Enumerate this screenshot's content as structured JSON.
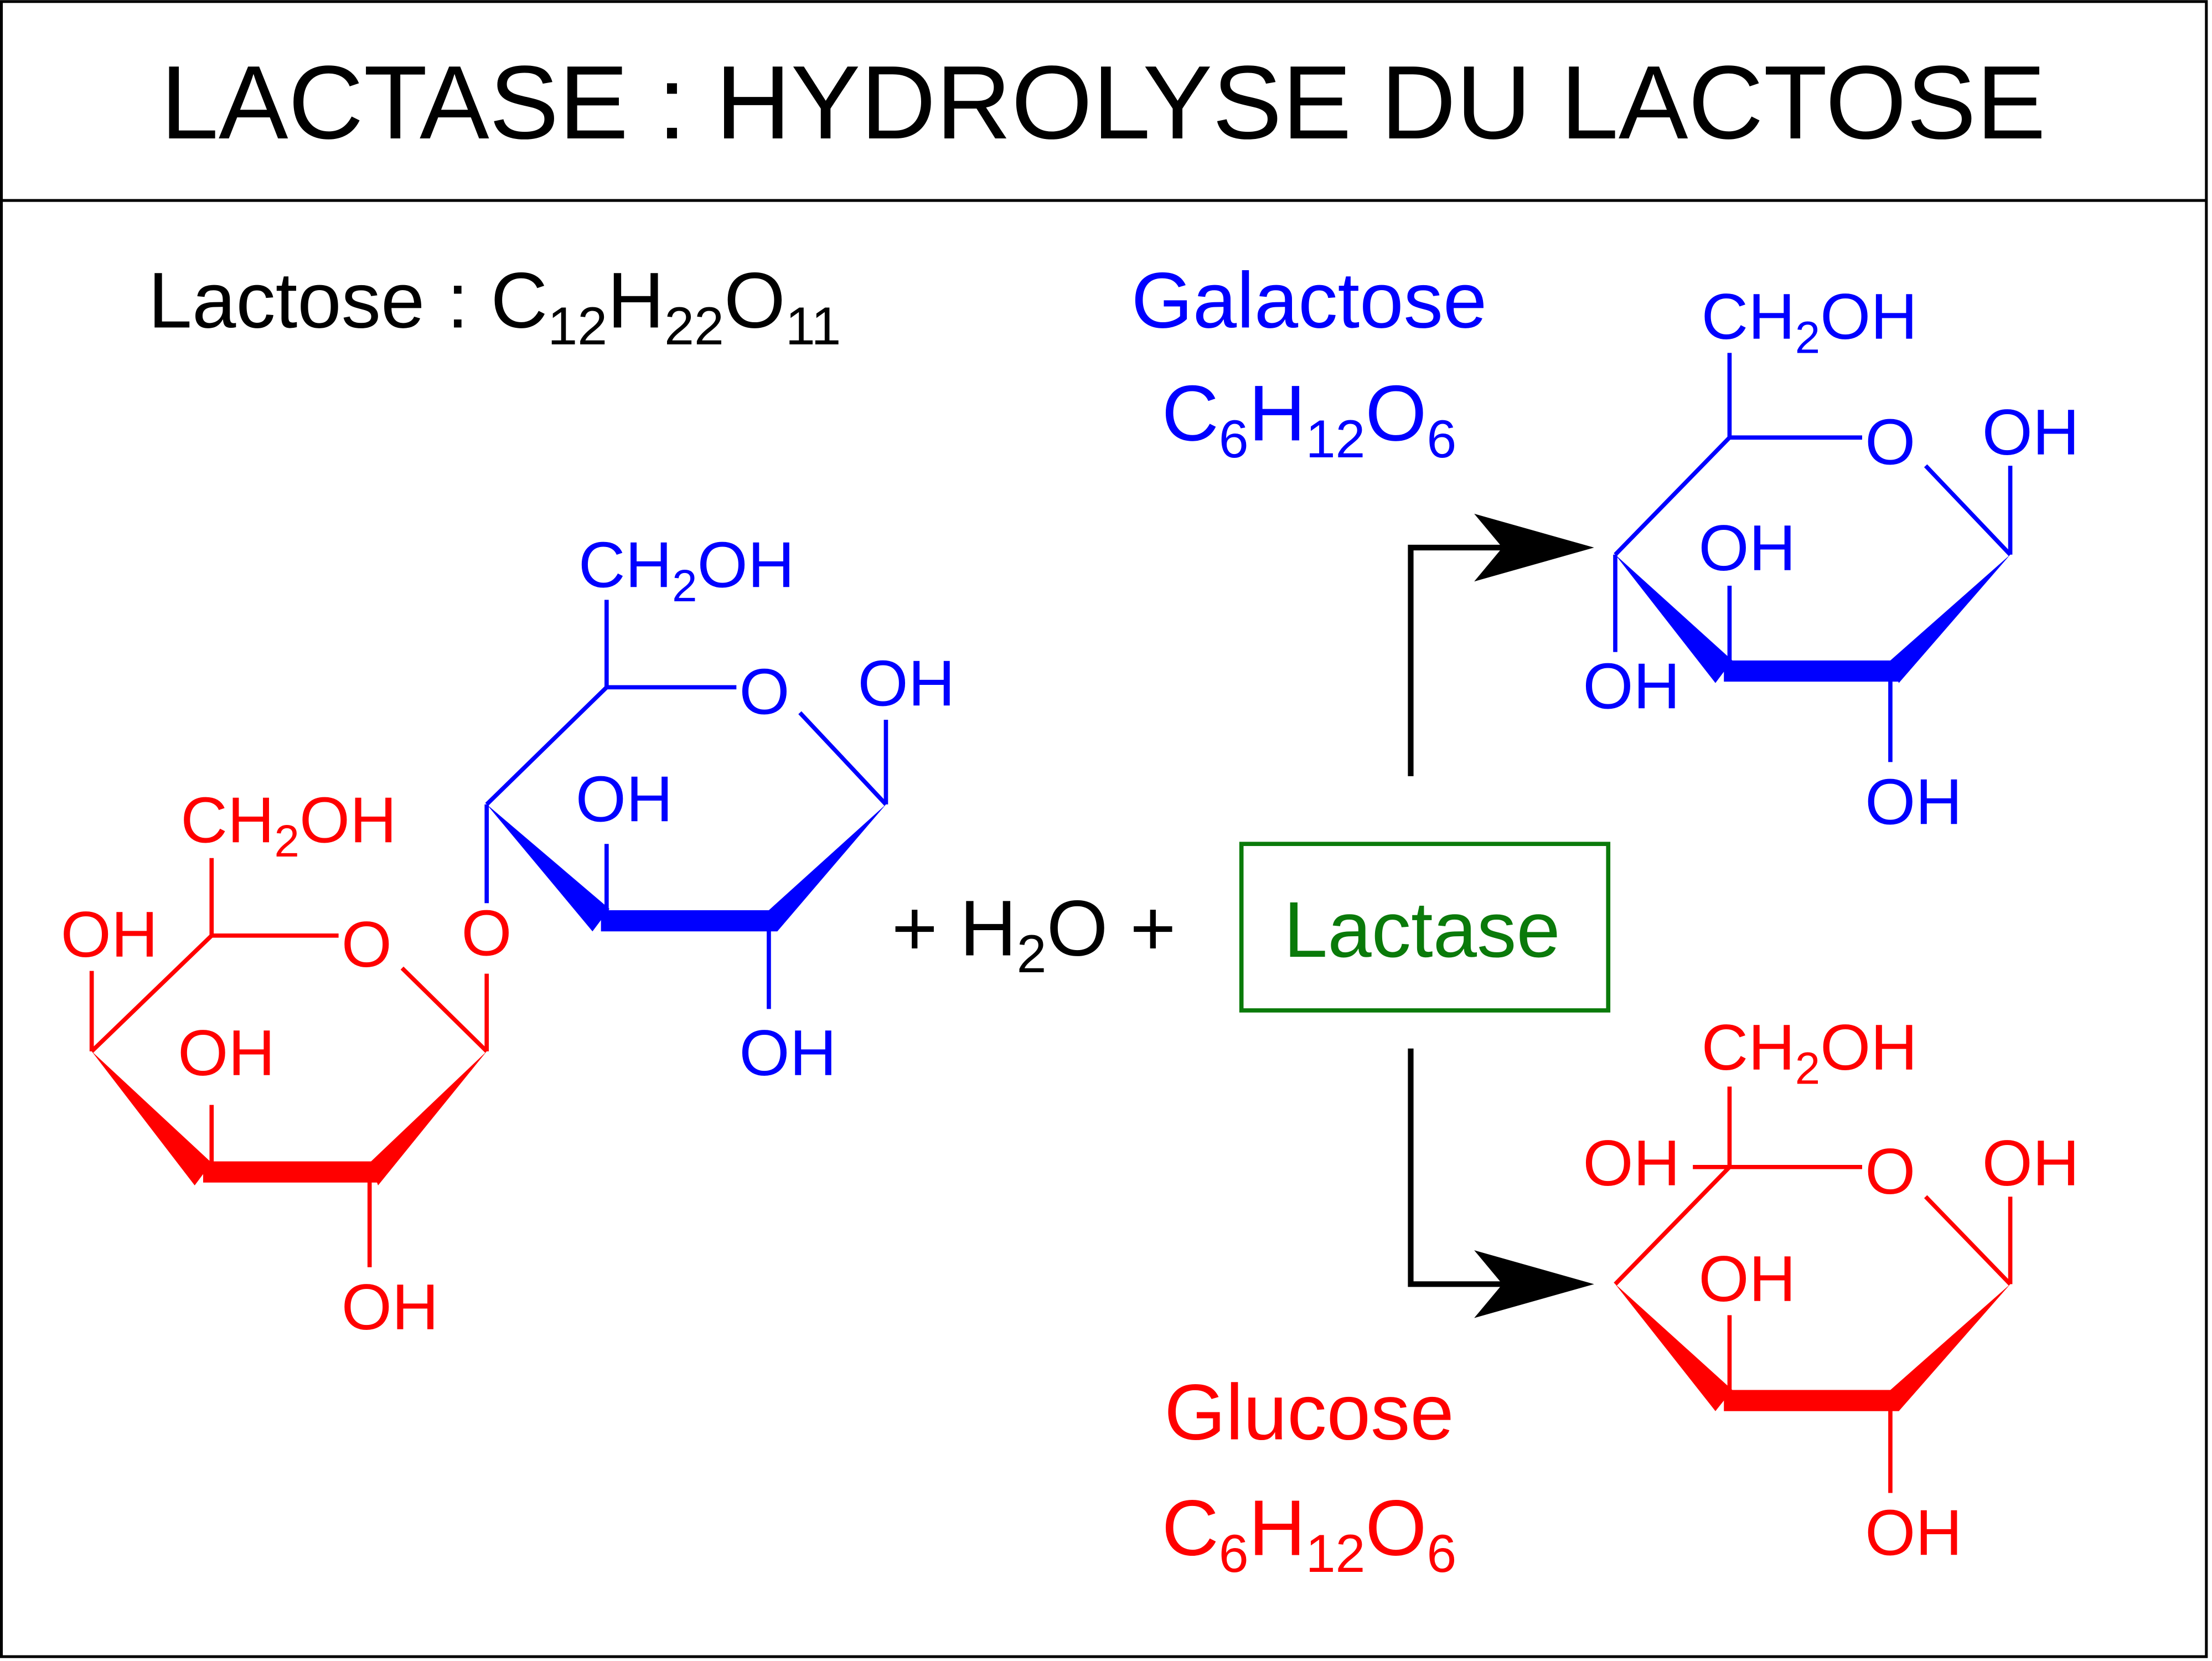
{
  "title": "LACTASE : HYDROLYSE DU LACTOSE",
  "colors": {
    "galactose": "#0000ff",
    "glucose": "#ff0000",
    "lactase": "#0a7a0a",
    "text": "#000000"
  },
  "lactose_formula": {
    "name": "Lactose",
    "sep": " : ",
    "c": "C",
    "c_n": "12",
    "h": "H",
    "h_n": "22",
    "o": "O",
    "o_n": "11"
  },
  "galactose": {
    "name": "Galactose",
    "c": "C",
    "c_n": "6",
    "h": "H",
    "h_n": "12",
    "o": "O",
    "o_n": "6"
  },
  "glucose": {
    "name": "Glucose",
    "c": "C",
    "c_n": "6",
    "h": "H",
    "h_n": "12",
    "o": "O",
    "o_n": "6"
  },
  "reaction": {
    "plus1": "+ ",
    "water_h": "H",
    "water_n": "2",
    "water_o": "O",
    "plus2": " +",
    "enzyme": "Lactase"
  },
  "atoms": {
    "ring_o": "O",
    "hydroxyl": "OH",
    "ch2oh_pre": "CH",
    "ch2oh_n": "2",
    "ch2oh_post": "OH"
  }
}
